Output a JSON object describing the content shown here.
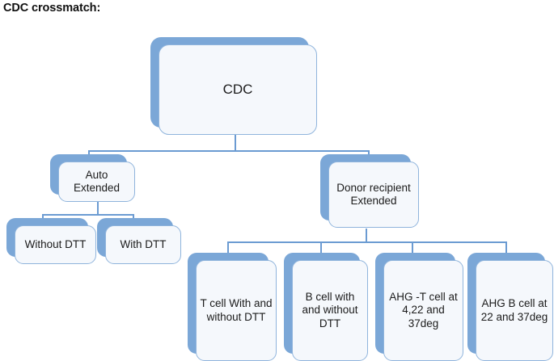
{
  "title": "CDC crossmatch:",
  "colors": {
    "shadow_blue": "#7ba7d7",
    "card_border": "#8fb4dc",
    "card_fill": "#f5f8fc",
    "connector": "#6b9bd2",
    "text": "#1b1b1b",
    "background": "#ffffff"
  },
  "diagram": {
    "type": "tree",
    "root": {
      "label": "CDC"
    },
    "level2": [
      {
        "label": "Auto Extended"
      },
      {
        "label": "Donor recipient Extended"
      }
    ],
    "auto_extended_children": [
      {
        "label": "Without DTT"
      },
      {
        "label": "With DTT"
      }
    ],
    "donor_recipient_children": [
      {
        "label": "T cell With and without DTT"
      },
      {
        "label": "B cell with and without DTT"
      },
      {
        "label": "AHG -T cell at 4,22 and 37deg"
      },
      {
        "label": "AHG B cell at 22 and 37deg"
      }
    ]
  }
}
